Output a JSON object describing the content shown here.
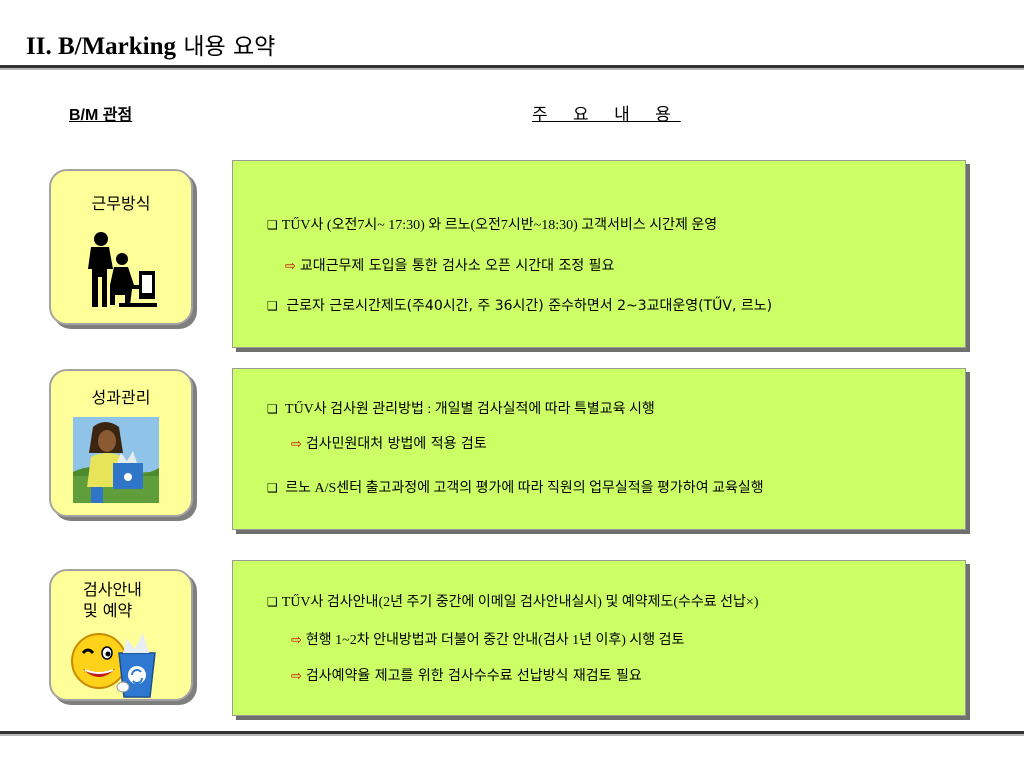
{
  "header": {
    "title_en": "II. B/Marking",
    "title_kr": " 내용 요약"
  },
  "columns": {
    "bm_view": "B/M 관점",
    "main_content": "주 요 내 용"
  },
  "rows": [
    {
      "label": "근무방식",
      "icon": "office-workers-silhouette-icon",
      "lines": [
        {
          "kind": "bullet",
          "text": "TŰV사 (오전7시~ 17:30) 와  르노(오전7시반~18:30) 고객서비스 시간제 운영"
        },
        {
          "kind": "arrow",
          "text": "교대근무제 도입을 통한 검사소 오픈 시간대 조정 필요"
        },
        {
          "kind": "bullet",
          "text": " 근로자 근로시간제도(주40시간, 주 36시간) 준수하면서 2~3교대운영(TŰV,  르노)"
        }
      ]
    },
    {
      "label": "성과관리",
      "icon": "woman-with-recycling-box-icon",
      "lines": [
        {
          "kind": "bullet",
          "text": "  TŰV사 검사원 관리방법 : 개일별  검사실적에 따라  특별교육 시행"
        },
        {
          "kind": "arrow",
          "text": "검사민원대처 방법에 적용 검토"
        },
        {
          "kind": "bullet",
          "text": " 르노 A/S센터  출고과정에 고객의 평가에 따라 직원의 업무실적을 평가하여  교육실행"
        }
      ]
    },
    {
      "label_line1": "검사안내",
      "label_line2": "및 예약",
      "icon": "smiley-holding-recycle-bin-icon",
      "lines": [
        {
          "kind": "bullet",
          "text": "TŰV사 검사안내(2년 주기 중간에 이메일 검사안내실시) 및 예약제도(수수료 선납×)"
        },
        {
          "kind": "arrow",
          "text": "현행 1~2차 안내방법과 더불어 중간 안내(검사 1년 이후) 시행 검토"
        },
        {
          "kind": "arrow",
          "text": "검사예약율  제고를 위한 검사수수료 선납방식 재검토 필요"
        }
      ]
    }
  ],
  "glyphs": {
    "bullet": "❑",
    "arrow": "⇨"
  },
  "colors": {
    "label_fill": "#ffff99",
    "panel_fill": "#ccff66",
    "arrow": "#cc0000"
  }
}
